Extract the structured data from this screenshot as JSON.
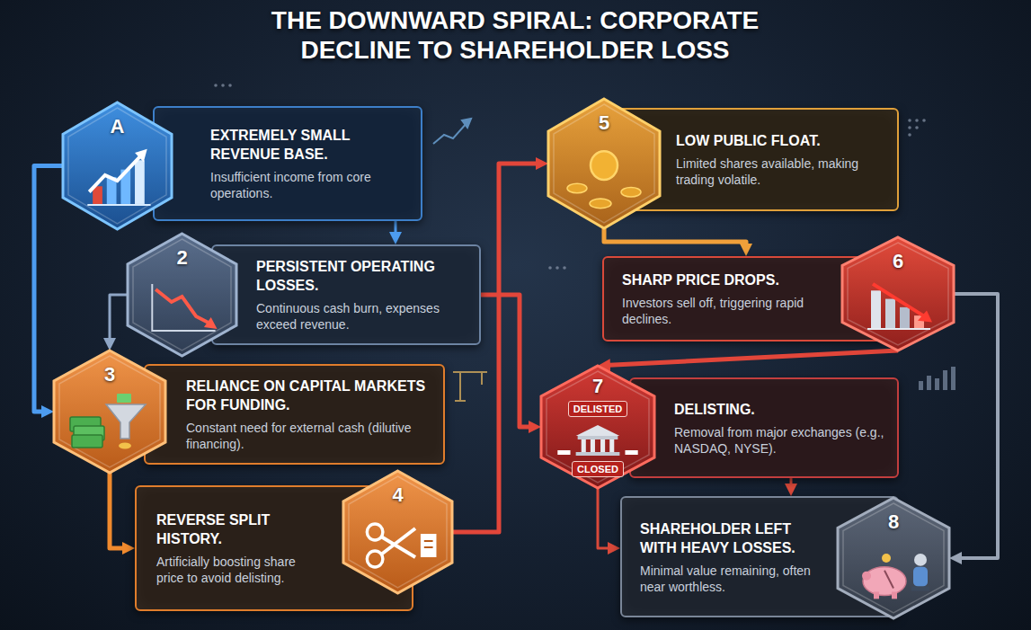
{
  "diagram": {
    "title": "THE DOWNWARD SPIRAL: CORPORATE DECLINE TO SHAREHOLDER LOSS",
    "nodes": [
      {
        "text": [
          "A"
        ]
      },
      {
        "text": [
          "EXTREMELY SMALL REVENUE BASE.",
          "Insufficient income from core operations."
        ]
      },
      {
        "text": [
          "2"
        ]
      },
      {
        "text": [
          "PERSISTENT OPERATING LOSSES.",
          "Continuous cash burn, expenses exceed revenue."
        ]
      },
      {
        "text": [
          "3"
        ]
      },
      {
        "text": [
          "RELIANCE ON CAPITAL MARKETS FOR FUNDING.",
          "Constant need for external cash (dilutive financing)."
        ]
      },
      {
        "text": [
          "4"
        ]
      },
      {
        "text": [
          "REVERSE SPLIT HISTORY.",
          "Artificially boosting share price to avoid delisting."
        ]
      },
      {
        "text": [
          "5"
        ]
      },
      {
        "text": [
          "LOW PUBLIC FLOAT.",
          "Limited shares available, making trading volatile."
        ]
      },
      {
        "text": [
          "6"
        ]
      },
      {
        "text": [
          "SHARP PRICE DROPS.",
          "Investors sell off, triggering rapid declines."
        ]
      },
      {
        "text": [
          "7",
          "DELISTED",
          "CLOSED"
        ]
      },
      {
        "text": [
          "DELISTING.",
          "Removal from major exchanges (e.g., NASDAQ, NYSE)."
        ]
      },
      {
        "text": [
          "8"
        ]
      },
      {
        "text": [
          "SHAREHOLDER LEFT WITH HEAVY LOSSES.",
          "Minimal value remaining, often near worthless."
        ]
      }
    ],
    "edges": [
      {
        "from": 0,
        "to": 4,
        "arrow": "to"
      },
      {
        "from": 1,
        "to": 3,
        "arrow": "to"
      },
      {
        "from": 2,
        "to": 4,
        "arrow": "to"
      },
      {
        "from": 4,
        "to": 7,
        "arrow": "to"
      },
      {
        "from": 3,
        "to": 12,
        "arrow": "to"
      },
      {
        "from": 6,
        "to": 8,
        "arrow": "to"
      },
      {
        "from": 8,
        "to": 11,
        "arrow": "to"
      },
      {
        "from": 10,
        "to": 12,
        "arrow": "to"
      },
      {
        "from": 10,
        "to": 14,
        "arrow": "to"
      },
      {
        "from": 13,
        "to": 15,
        "arrow": "to"
      },
      {
        "from": 12,
        "to": 15,
        "arrow": "to"
      }
    ]
  }
}
